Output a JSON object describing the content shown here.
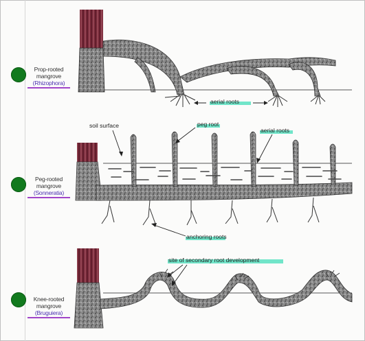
{
  "colors": {
    "bullet": "#127a1e",
    "trunk": "#7a2a3a",
    "highlight": "#4fe0bd",
    "underline": "#a044c8"
  },
  "diagram": {
    "sections": [
      {
        "id": "prop",
        "label_lines": [
          "Prop-rooted",
          "mangrove",
          "(Rhizophora)"
        ],
        "annotations": [
          "aerial roots"
        ]
      },
      {
        "id": "peg",
        "label_lines": [
          "Peg-rooted",
          "mangrove",
          "(Sonneratia)"
        ],
        "annotations": [
          "soil surface",
          "peg root",
          "aerial roots",
          "anchoring roots"
        ]
      },
      {
        "id": "knee",
        "label_lines": [
          "Knee-rooted",
          "mangrove",
          "(Bruguiera)"
        ],
        "annotations": [
          "site of secondary root development"
        ]
      }
    ]
  }
}
